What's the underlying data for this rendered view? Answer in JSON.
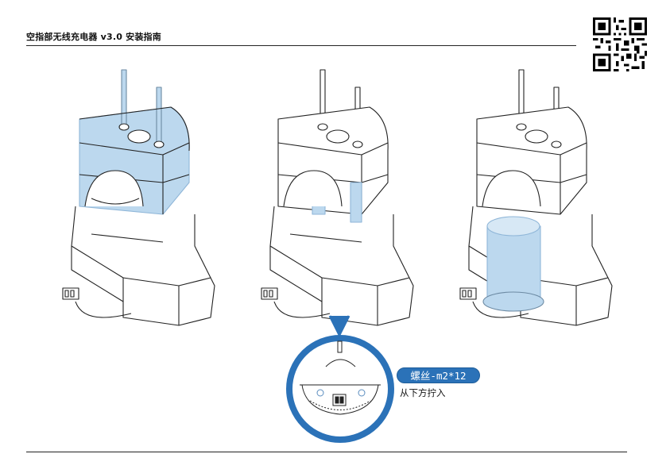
{
  "header": {
    "title": "空指部无线充电器 v3.0 安装指南"
  },
  "callout": {
    "part": "螺丝-m2*12",
    "instruction": "从下方拧入"
  },
  "colors": {
    "highlight": "#bcd8ee",
    "highlight_stroke": "#8fb6d8",
    "accent": "#2b72b8",
    "line": "#222222"
  },
  "icons": [
    "qr-code-icon",
    "connector-icon",
    "magnifier-icon"
  ]
}
